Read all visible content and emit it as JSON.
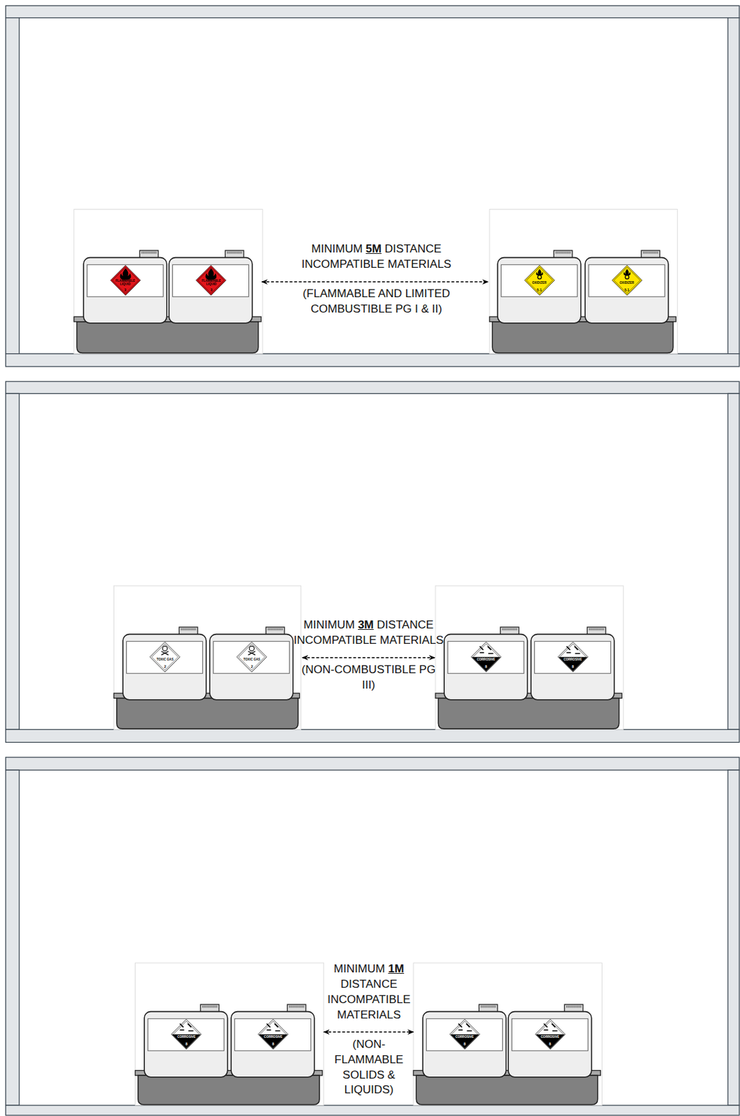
{
  "diagram": {
    "nodes": [
      {
        "text": [
          "FLAMMABLE LIQUID",
          "3"
        ]
      },
      {
        "text": [
          "FLAMMABLE LIQUID",
          "3"
        ]
      },
      {
        "text": [
          "OXIDIZER",
          "5.1"
        ]
      },
      {
        "text": [
          "OXIDIZER",
          "5.1"
        ]
      },
      {
        "text": [
          "TOXIC GAS",
          "2"
        ]
      },
      {
        "text": [
          "TOXIC GAS",
          "2"
        ]
      },
      {
        "text": [
          "CORROSIVE",
          "8"
        ]
      },
      {
        "text": [
          "CORROSIVE",
          "8"
        ]
      },
      {
        "text": [
          "CORROSIVE",
          "8"
        ]
      },
      {
        "text": [
          "CORROSIVE",
          "8"
        ]
      },
      {
        "text": [
          "CORROSIVE",
          "8"
        ]
      },
      {
        "text": [
          "CORROSIVE",
          "8"
        ]
      }
    ],
    "edges": [
      {
        "from": 1,
        "to": 2,
        "arrow": "both",
        "label": "MINIMUM 5M DISTANCE INCOMPATIBLE MATERIALS"
      },
      {
        "from": 5,
        "to": 6,
        "arrow": "both",
        "label": "MINIMUM 3M DISTANCE INCOMPATIBLE MATERIALS"
      },
      {
        "from": 9,
        "to": 10,
        "arrow": "both",
        "label": "MINIMUM 1M DISTANCE INCOMPATIBLE MATERIALS"
      }
    ],
    "labels": [
      "(FLAMMABLE AND LIMITED COMBUSTIBLE PG I & II)",
      "(NON-COMBUSTIBLE PG III)",
      "(NON-FLAMMABLE SOLIDS & LIQUIDS)"
    ]
  }
}
